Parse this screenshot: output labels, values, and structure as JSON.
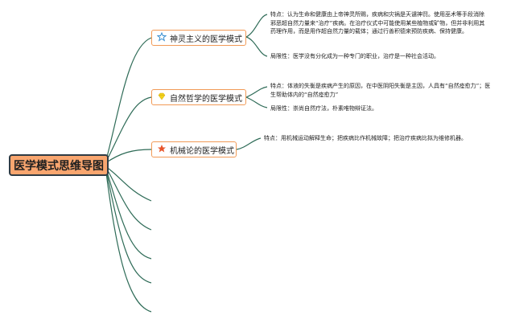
{
  "root": {
    "title": "医学模式思维导图"
  },
  "colors": {
    "branch": "#2e6b57",
    "topic_border": "#f19a57",
    "root_fill": "#f9a66f",
    "icon_star_outline": "#3a8fd1",
    "icon_gem": "#f2d21b",
    "icon_star": "#e8542a"
  },
  "topics": [
    {
      "label": "神灵主义的医学模式",
      "icon": "star-outline-icon",
      "notes": [
        "特点：认为生命和健康由上帝神灵所赐，疾病和灾祸是天谴神罚。使用巫术等手段消除邪恶超自然力量来“治疗”疾病。在治疗仪式中可能使用某些植物或矿物，但并非利用其药理作用，而是用作超自然力量的载体；通过行善积德来预防疾病、保持健康。",
        "局限性：医学没有分化成为一种专门的职业，治疗是一种社会活动。"
      ]
    },
    {
      "label": "自然哲学的医学模式",
      "icon": "gem-icon",
      "notes": [
        "特点：体液的失衡是疾病产生的原因，在中医阴阳失衡是主因，人具有“自然痊愈力”；医生帮助体内的“自然痊愈力”",
        "局限性：崇尚自然疗法，朴素唯物辩证法。"
      ]
    },
    {
      "label": "机械论的医学模式",
      "icon": "star-icon",
      "notes": [
        "特点：用机械运动解释生命；把疾病比作机械故障；把治疗疾病比拟为维修机器。"
      ]
    }
  ]
}
